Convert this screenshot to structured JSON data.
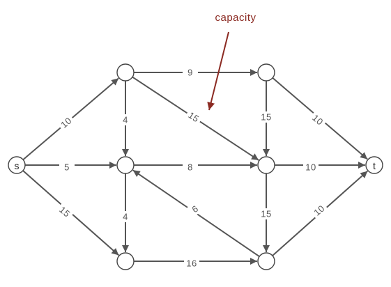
{
  "annotation": {
    "text": "capacity",
    "color": "#8b2a22"
  },
  "colors": {
    "edge": "#555555",
    "node_stroke": "#444444",
    "background": "#ffffff"
  },
  "nodes": [
    {
      "id": "s",
      "label": "s"
    },
    {
      "id": "a",
      "label": ""
    },
    {
      "id": "b",
      "label": ""
    },
    {
      "id": "c",
      "label": ""
    },
    {
      "id": "d",
      "label": ""
    },
    {
      "id": "e",
      "label": ""
    },
    {
      "id": "f",
      "label": ""
    },
    {
      "id": "t",
      "label": "t"
    }
  ],
  "edges": [
    {
      "id": "s-a",
      "from": "s",
      "to": "a",
      "capacity": "10"
    },
    {
      "id": "s-b",
      "from": "s",
      "to": "b",
      "capacity": "5"
    },
    {
      "id": "s-c",
      "from": "s",
      "to": "c",
      "capacity": "15"
    },
    {
      "id": "a-d",
      "from": "a",
      "to": "d",
      "capacity": "9"
    },
    {
      "id": "a-b",
      "from": "a",
      "to": "b",
      "capacity": "4"
    },
    {
      "id": "a-e",
      "from": "a",
      "to": "e",
      "capacity": "15"
    },
    {
      "id": "b-e",
      "from": "b",
      "to": "e",
      "capacity": "8"
    },
    {
      "id": "b-c",
      "from": "b",
      "to": "c",
      "capacity": "4"
    },
    {
      "id": "c-f",
      "from": "c",
      "to": "f",
      "capacity": "16"
    },
    {
      "id": "d-e",
      "from": "d",
      "to": "e",
      "capacity": "15"
    },
    {
      "id": "d-t",
      "from": "d",
      "to": "t",
      "capacity": "10"
    },
    {
      "id": "e-t",
      "from": "e",
      "to": "t",
      "capacity": "10"
    },
    {
      "id": "e-f",
      "from": "e",
      "to": "f",
      "capacity": "15"
    },
    {
      "id": "f-b",
      "from": "f",
      "to": "b",
      "capacity": "6"
    },
    {
      "id": "f-t",
      "from": "f",
      "to": "t",
      "capacity": "10"
    }
  ]
}
